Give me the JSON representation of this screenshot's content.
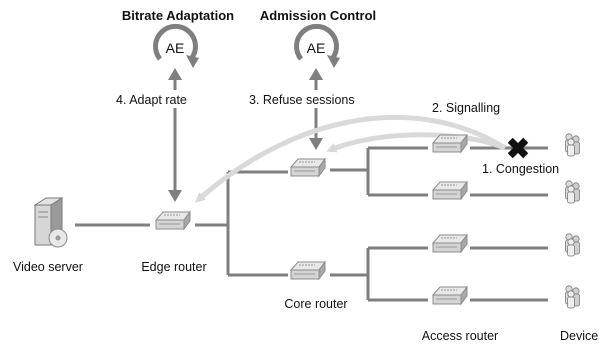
{
  "colors": {
    "wire": "#7f7f7f",
    "device_body": "#d0d0d0",
    "device_dark": "#8c8c8c",
    "signal_arrow": "#d9d9d9",
    "congestion": "#111111",
    "text": "#111111"
  },
  "engines": {
    "bitrate": {
      "title": "Bitrate Adaptation",
      "symbol": "AE"
    },
    "admission": {
      "title": "Admission Control",
      "symbol": "AE"
    }
  },
  "steps": {
    "adapt_rate": "4. Adapt rate",
    "refuse_sessions": "3. Refuse sessions",
    "signalling": "2. Signalling",
    "congestion": "1. Congestion"
  },
  "nodes": {
    "video_server": "Video server",
    "edge_router": "Edge router",
    "core_router": "Core router",
    "access_router": "Access router",
    "devices": "Devices"
  },
  "icons": {
    "engine_cycle": "circular-arrow-icon",
    "congestion": "x-mark-icon",
    "router": "router-icon",
    "server": "server-icon",
    "devices": "user-group-icon"
  }
}
